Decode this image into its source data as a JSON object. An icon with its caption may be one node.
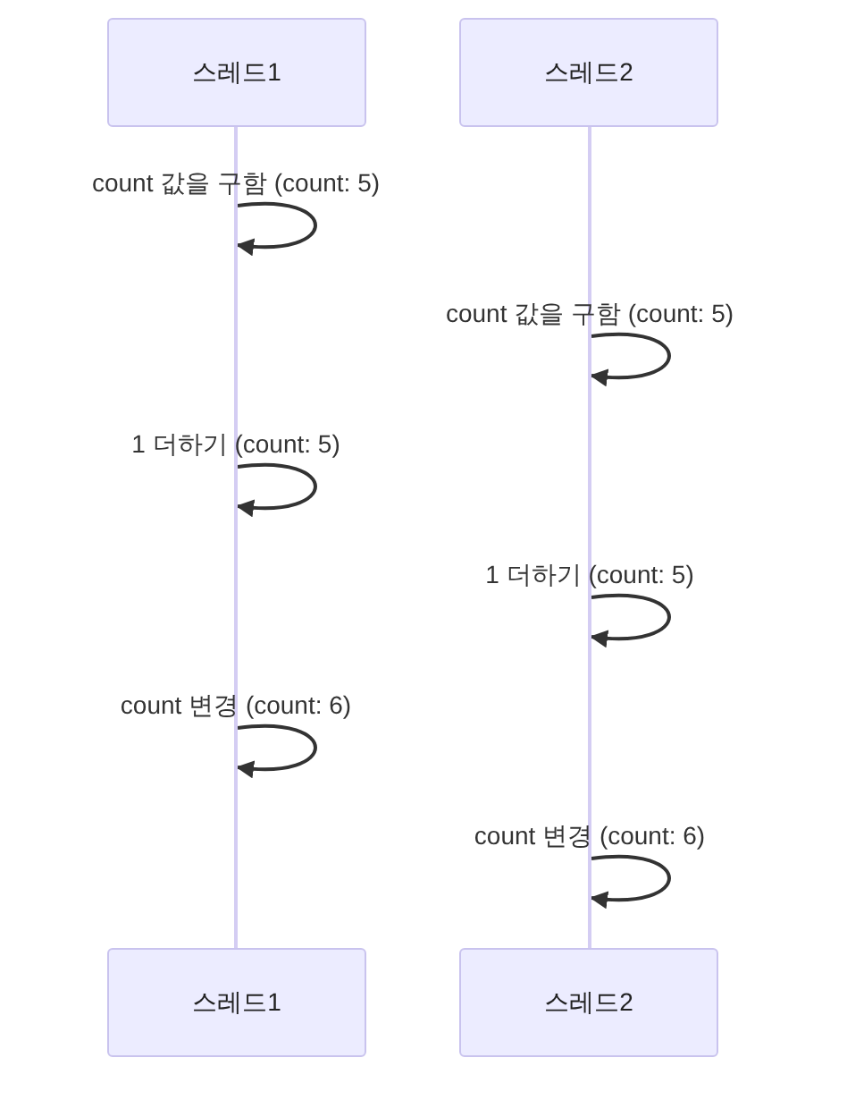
{
  "diagram": {
    "nodes": [
      {
        "text": [
          "스레드1"
        ]
      },
      {
        "text": [
          "스레드2"
        ]
      },
      {
        "text": [],
        "shape": "line"
      },
      {
        "text": [],
        "shape": "line"
      },
      {
        "text": [
          "스레드1"
        ]
      },
      {
        "text": [
          "스레드2"
        ]
      }
    ],
    "edges": [
      {
        "from": 2,
        "to": 2,
        "arrow": "to",
        "label": "count 값을 구함 (count: 5)"
      },
      {
        "from": 3,
        "to": 3,
        "arrow": "to",
        "label": "count 값을 구함 (count: 5)"
      },
      {
        "from": 2,
        "to": 2,
        "arrow": "to",
        "label": "1 더하기 (count: 5)"
      },
      {
        "from": 3,
        "to": 3,
        "arrow": "to",
        "label": "1 더하기 (count: 5)"
      },
      {
        "from": 2,
        "to": 2,
        "arrow": "to",
        "label": "count 변경 (count: 6)"
      },
      {
        "from": 3,
        "to": 3,
        "arrow": "to",
        "label": "count 변경 (count: 6)"
      }
    ]
  }
}
